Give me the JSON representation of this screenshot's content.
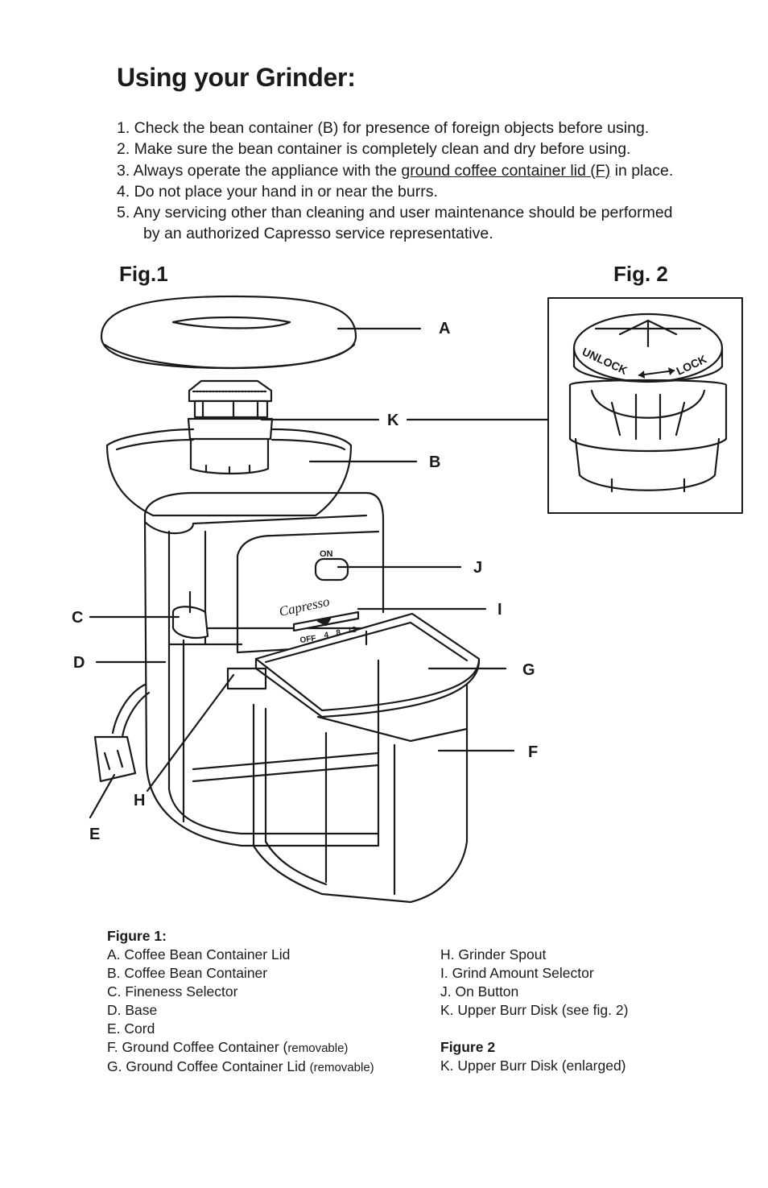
{
  "title": "Using your Grinder:",
  "steps": [
    "1. Check the bean container (B) for presence of foreign objects before using.",
    "2. Make sure the bean container is completely clean and dry before using.",
    {
      "before": "3. Always operate the appliance with the ",
      "link": "ground coffee container lid (F)",
      "after": " in place."
    },
    "4. Do not place your hand in or near the burrs.",
    "5. Any servicing other than cleaning and user maintenance should be performed",
    "by an authorized Capresso service representative."
  ],
  "figures": {
    "fig1_label": "Fig.1",
    "fig2_label": "Fig. 2",
    "callouts": [
      "A",
      "K",
      "B",
      "J",
      "I",
      "C",
      "G",
      "D",
      "F",
      "H",
      "E"
    ],
    "appliance_text": {
      "on": "ON",
      "brand": "Capresso",
      "dial": [
        "OFF",
        "4",
        "8",
        "12"
      ]
    },
    "fig2_text": {
      "unlock": "UNLOCK",
      "lock": "LOCK"
    }
  },
  "legend": {
    "figure1_heading": "Figure 1:",
    "col1": [
      {
        "text": "A. Coffee Bean Container Lid"
      },
      {
        "text": "B. Coffee Bean Container"
      },
      {
        "text": "C. Fineness Selector"
      },
      {
        "text": "D. Base"
      },
      {
        "text": "E. Cord"
      },
      {
        "text": "F. Ground Coffee Container (",
        "small": "removable)"
      },
      {
        "text": "G. Ground Coffee Container Lid ",
        "small": "(removable)"
      }
    ],
    "col2": [
      "H. Grinder Spout",
      "I. Grind Amount Selector",
      "J. On Button",
      "K. Upper Burr Disk (see fig. 2)"
    ],
    "figure2_heading": "Figure 2",
    "figure2_item": "K. Upper Burr Disk (enlarged)"
  }
}
